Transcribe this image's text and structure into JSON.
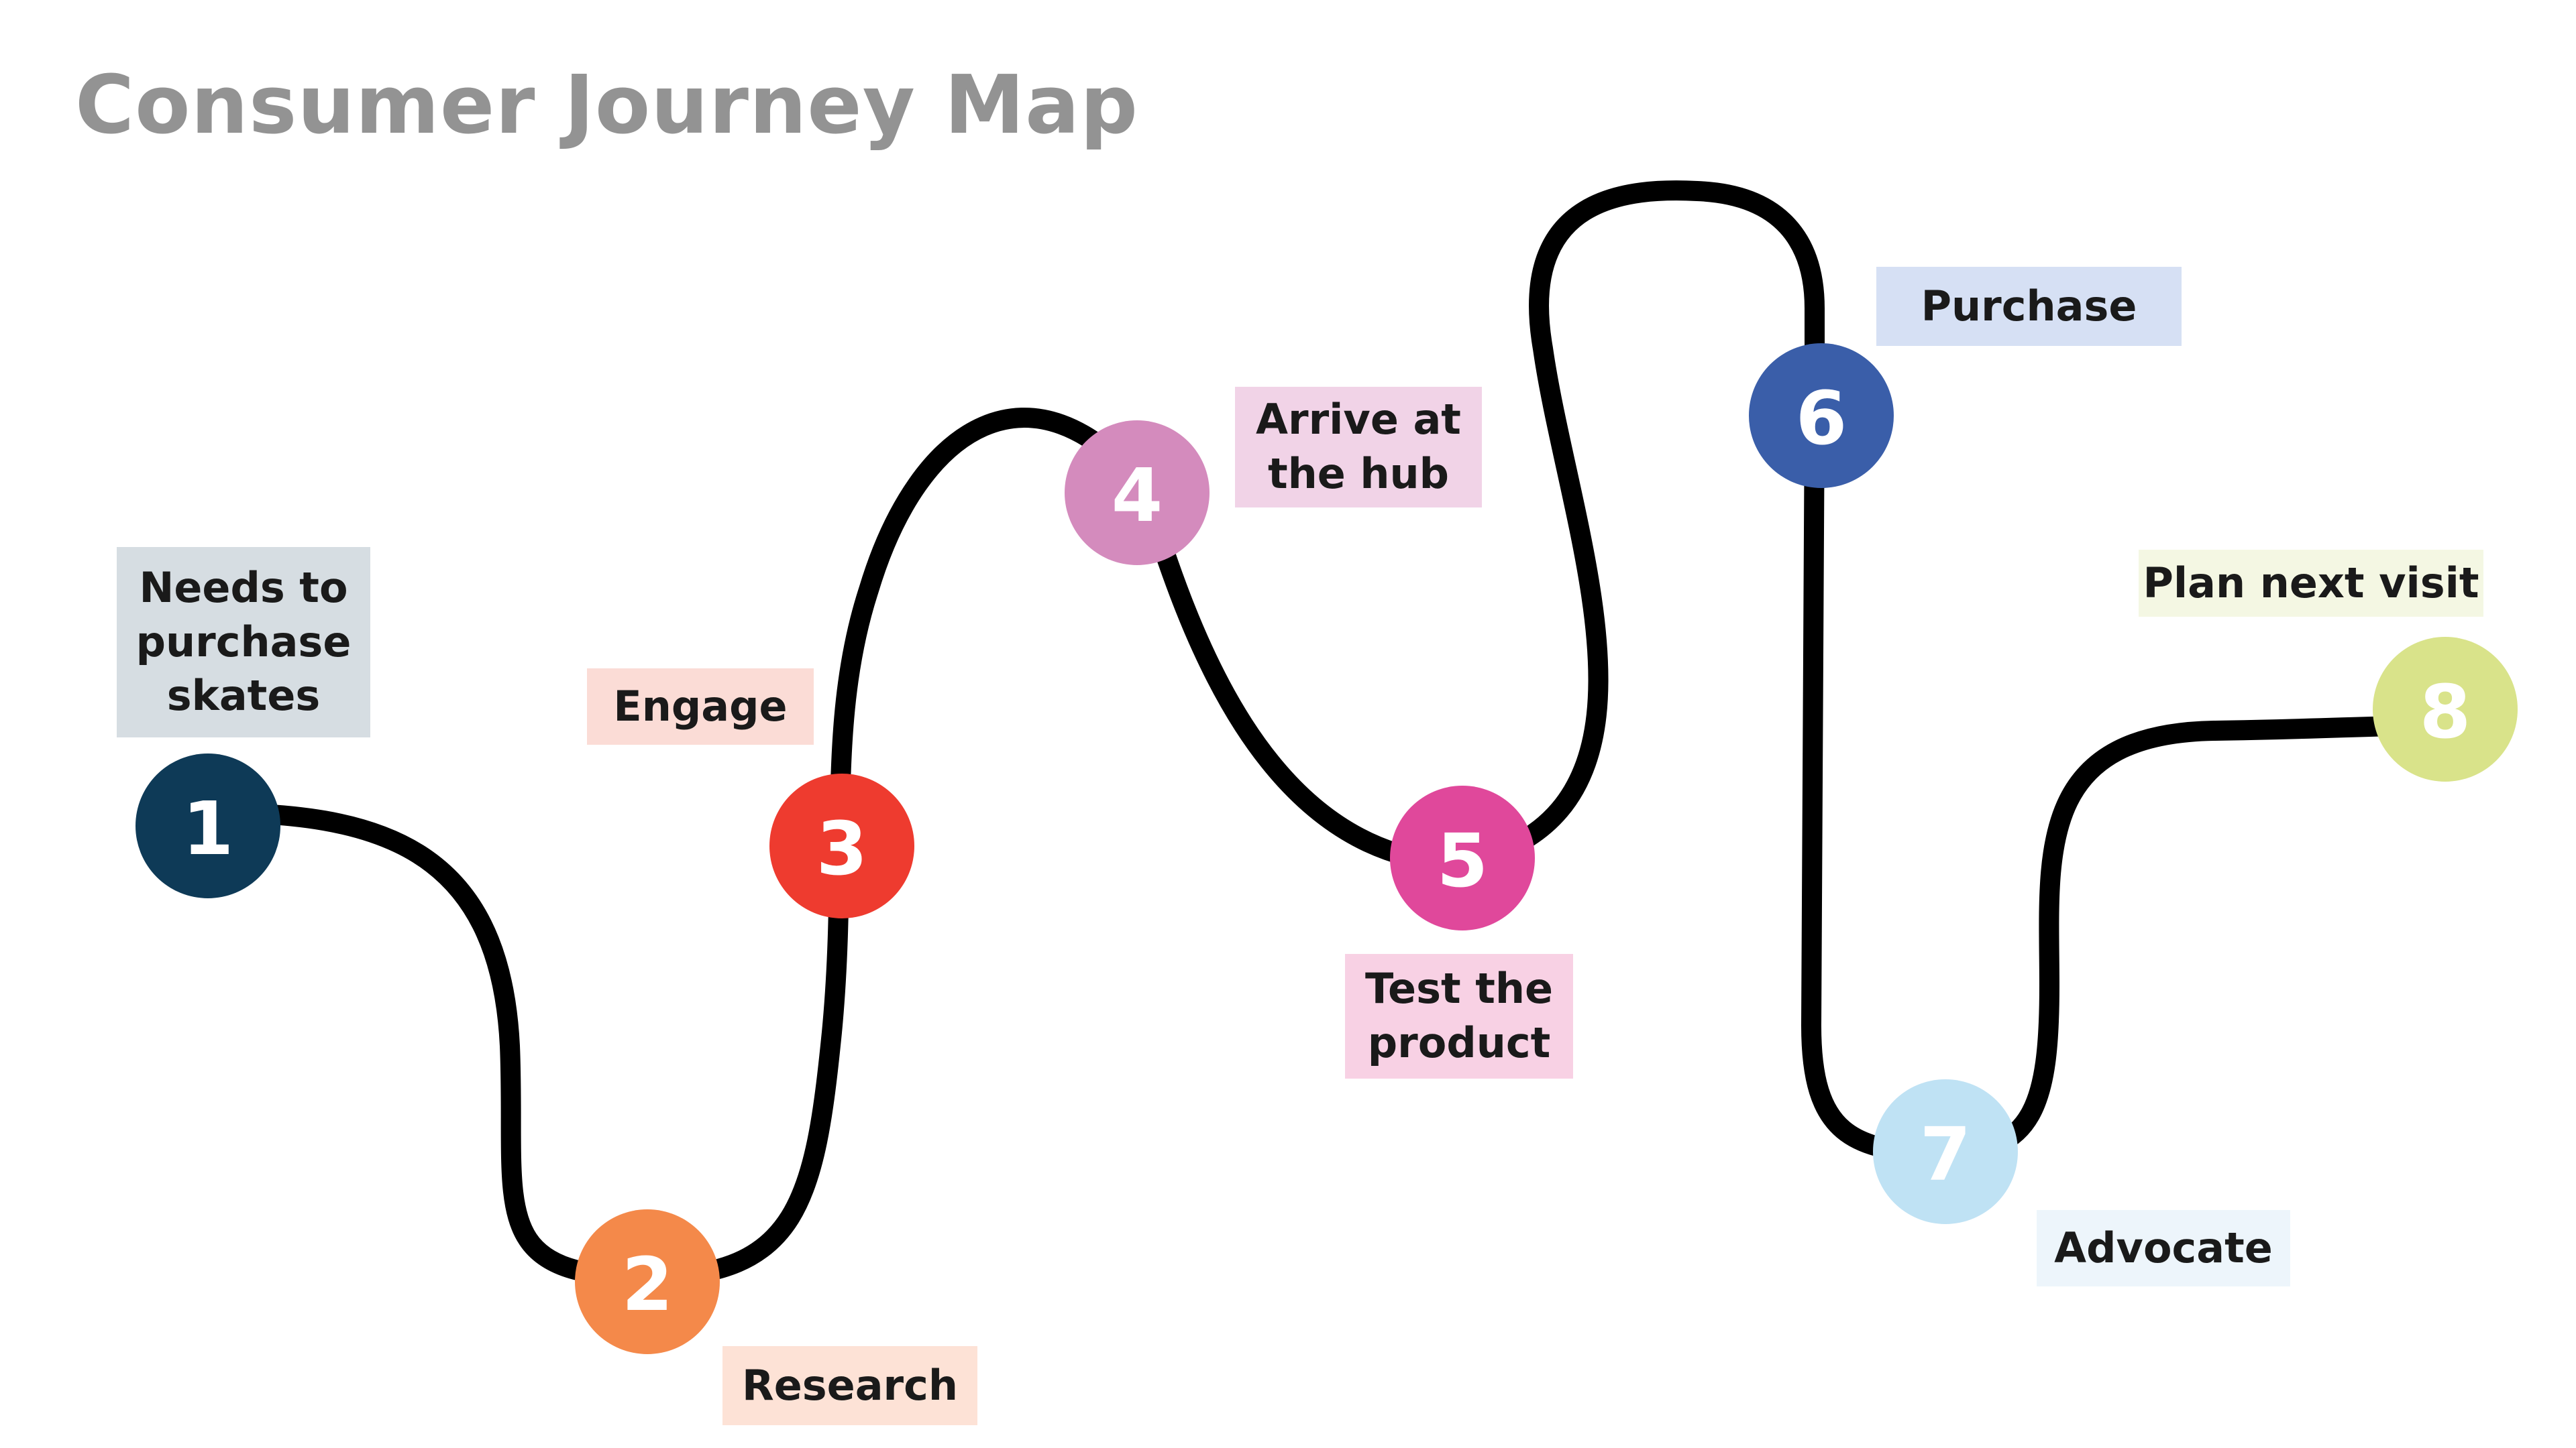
{
  "title": "Consumer Journey Map",
  "path_color": "#000000",
  "stages": [
    {
      "number": "1",
      "label": "Needs to\npurchase\nskates",
      "node_color": "#0e3a57",
      "label_bg": "#d6dde2"
    },
    {
      "number": "2",
      "label": "Research",
      "node_color": "#f4894a",
      "label_bg": "#fde2d6"
    },
    {
      "number": "3",
      "label": "Engage",
      "node_color": "#ee3b2f",
      "label_bg": "#fbdcd6"
    },
    {
      "number": "4",
      "label": "Arrive at\nthe hub",
      "node_color": "#d48bbd",
      "label_bg": "#f1d3e7"
    },
    {
      "number": "5",
      "label": "Test the\nproduct",
      "node_color": "#e0489b",
      "label_bg": "#f8d1e4"
    },
    {
      "number": "6",
      "label": "Purchase",
      "node_color": "#3a5ea9",
      "label_bg": "#d6e0f4"
    },
    {
      "number": "7",
      "label": "Advocate",
      "node_color": "#bfe2f4",
      "label_bg": "#edf5fb"
    },
    {
      "number": "8",
      "label": "Plan next visit",
      "node_color": "#d9e38a",
      "label_bg": "#f4f7e3"
    }
  ]
}
